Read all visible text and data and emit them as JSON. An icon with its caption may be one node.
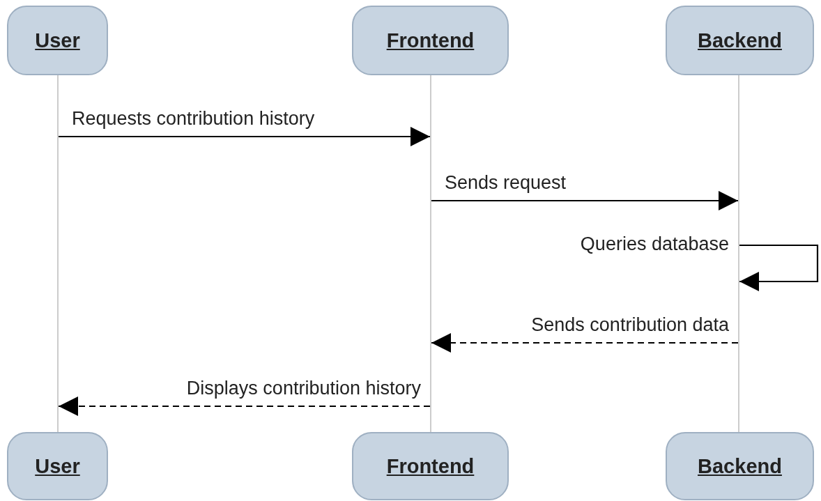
{
  "diagram": {
    "nodes": [
      {
        "text": [
          "User"
        ]
      },
      {
        "text": [
          "Frontend"
        ]
      },
      {
        "text": [
          "Backend"
        ]
      },
      {
        "text": [],
        "shape": "line"
      },
      {
        "text": [],
        "shape": "line"
      },
      {
        "text": [],
        "shape": "line"
      },
      {
        "text": [
          "User"
        ]
      },
      {
        "text": [
          "Frontend"
        ]
      },
      {
        "text": [
          "Backend"
        ]
      }
    ],
    "edges": [
      {
        "from": 3,
        "to": 4,
        "arrow": "to",
        "label": "Requests contribution history"
      },
      {
        "from": 4,
        "to": 5,
        "arrow": "to",
        "label": "Sends request"
      },
      {
        "from": 5,
        "to": 5,
        "arrow": "to",
        "label": "Queries database"
      },
      {
        "from": 5,
        "to": 4,
        "arrow": "to",
        "label": "Sends contribution data",
        "style": "dashed"
      },
      {
        "from": 4,
        "to": 3,
        "arrow": "to",
        "label": "Displays contribution history",
        "style": "dashed"
      }
    ]
  }
}
